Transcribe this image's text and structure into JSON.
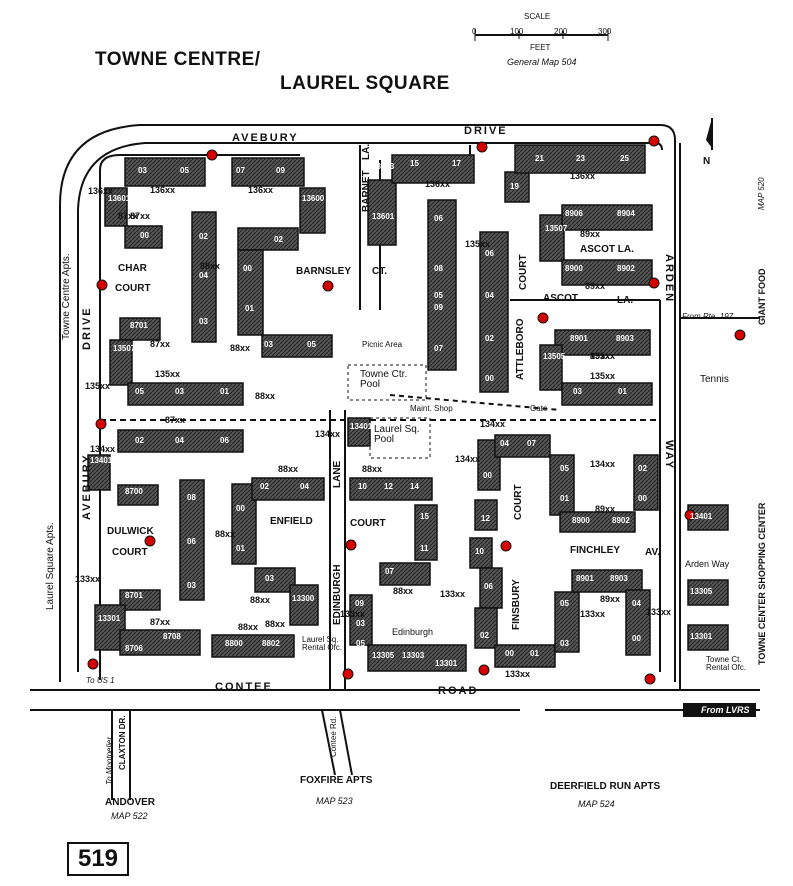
{
  "title": {
    "line1": "TOWNE CENTRE/",
    "line2": "LAUREL SQUARE"
  },
  "scale": {
    "label": "SCALE",
    "ticks": [
      "0",
      "100",
      "200",
      "300"
    ],
    "unit": "FEET",
    "general_map": "General Map 504"
  },
  "north": "N",
  "roads": {
    "avebury_top": "AVEBURY",
    "drive_top": "DRIVE",
    "avebury_drive_left_1": "DRIVE",
    "avebury_left": "AVEBURY",
    "contee": "CONTEE",
    "road": "ROAD",
    "arden": "ARDEN",
    "way": "WAY",
    "barnet": "BARNET",
    "la": "LA.",
    "barnsley": "BARNSLEY",
    "ct": "CT.",
    "ascot_la": "ASCOT LA.",
    "ascot": "ASCOT",
    "la2": "LA.",
    "attleboro": "ATTLEBORO",
    "court_attleboro": "COURT",
    "char": "CHAR",
    "char_court": "COURT",
    "dulwick": "DULWICK",
    "dulwick_court": "COURT",
    "enfield": "ENFIELD",
    "enfield_court": "COURT",
    "lane": "LANE",
    "edinburgh": "EDINBURGH",
    "finchley": "FINCHLEY",
    "av": "AV.",
    "finsbury": "FINSBURY",
    "finsbury_court": "COURT",
    "edinburgh_small": "Edinburgh",
    "arden_way": "Arden Way",
    "claxton": "CLAXTON DR.",
    "contee_rd": "Contee Rd.",
    "to_montpelier": "To Montpelier",
    "to_us1": "To US 1",
    "from_rte197": "From Rte. 197",
    "from_lvrs": "From LVRS"
  },
  "places": {
    "towne_centre_apts": "Towne Centre Apts.",
    "laurel_square_apts": "Laurel Square Apts.",
    "towne_ctr_pool": "Towne Ctr. Pool",
    "laurel_sq_pool": "Laurel Sq. Pool",
    "picnic_area": "Picnic Area",
    "maint_shop": "Maint. Shop",
    "gate": "Gate",
    "tennis": "Tennis",
    "laurel_rental": "Laurel Sq. Rental Ofc.",
    "towne_rental": "Towne Ct. Rental Ofc.",
    "giant_food": "GIANT FOOD",
    "map520": "MAP 520",
    "towne_center_shopping": "TOWNE CENTER SHOPPING CENTER"
  },
  "neighbors": [
    {
      "name": "ANDOVER",
      "map": "MAP 522"
    },
    {
      "name": "FOXFIRE APTS",
      "map": "MAP 523"
    },
    {
      "name": "DEERFIELD RUN APTS",
      "map": "MAP 524"
    }
  ],
  "block_labels": [
    "136xx",
    "136xx",
    "136xx",
    "136xx",
    "87xx",
    "88xx",
    "88xx",
    "89xx",
    "89xx",
    "135xx",
    "135xx",
    "135xx",
    "135xx",
    "87xx",
    "87xx",
    "134xx",
    "134xx",
    "134xx",
    "134xx",
    "88xx",
    "88xx",
    "88xx",
    "88xx",
    "88xx",
    "89xx",
    "89xx",
    "133xx",
    "133xx",
    "133xx",
    "133xx",
    "133xx",
    "87xx",
    "88xx",
    "136xx",
    "87xx",
    "88xx",
    "135xx",
    "134xx",
    "88xx",
    "133xx",
    "89xx"
  ],
  "unit_numbers": [
    "03",
    "05",
    "07",
    "09",
    "13601",
    "00",
    "02",
    "04",
    "03",
    "02",
    "00",
    "01",
    "03",
    "05",
    "13600",
    "13601",
    "13603",
    "15",
    "17",
    "19",
    "21",
    "23",
    "25",
    "06",
    "08",
    "05",
    "09",
    "07",
    "06",
    "04",
    "02",
    "00",
    "13507",
    "8906",
    "8904",
    "8900",
    "8902",
    "8701",
    "13507",
    "05",
    "03",
    "01",
    "8901",
    "8903",
    "13505",
    "03",
    "01",
    "02",
    "04",
    "06",
    "13401",
    "8700",
    "08",
    "06",
    "03",
    "13401",
    "02",
    "04",
    "00",
    "01",
    "03",
    "13300",
    "8802",
    "8800",
    "10",
    "12",
    "14",
    "15",
    "11",
    "07",
    "09",
    "05",
    "03",
    "13305",
    "13303",
    "13301",
    "04",
    "07",
    "05",
    "01",
    "8900",
    "8902",
    "02",
    "00",
    "13401",
    "00",
    "12",
    "10",
    "06",
    "02",
    "00",
    "01",
    "05",
    "03",
    "8901",
    "8903",
    "04",
    "00",
    "13305",
    "13301",
    "8701",
    "13301",
    "8706",
    "8708"
  ],
  "page_number": "519",
  "colors": {
    "dot": "#d40000",
    "building": "#222222",
    "ink": "#111111",
    "bg": "#ffffff"
  }
}
